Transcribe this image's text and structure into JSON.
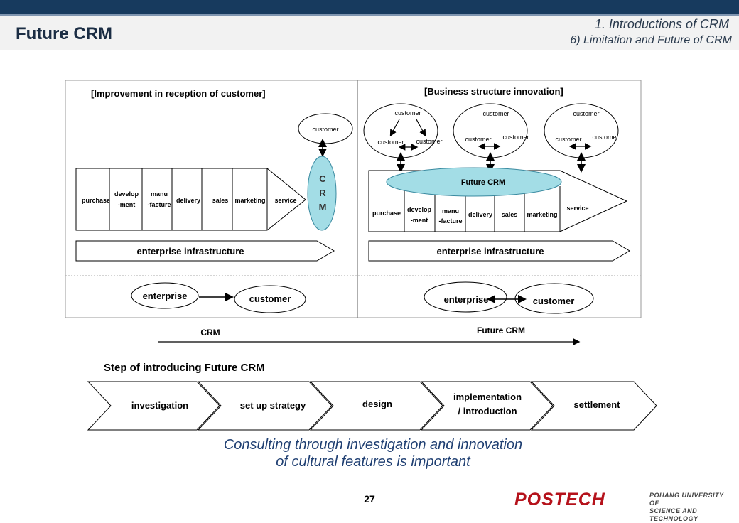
{
  "header": {
    "title": "Future CRM",
    "crumb_line1": "1. Introductions of CRM",
    "crumb_line2": "6) Limitation and Future of CRM"
  },
  "left_panel": {
    "heading": "[Improvement in reception of customer]",
    "customer": "customer",
    "crm_letters": [
      "C",
      "R",
      "M"
    ],
    "chain": [
      {
        "line1": "purchase",
        "line2": ""
      },
      {
        "line1": "develop",
        "line2": "-ment"
      },
      {
        "line1": "manu",
        "line2": "-facture"
      },
      {
        "line1": "delivery",
        "line2": ""
      },
      {
        "line1": "sales",
        "line2": ""
      },
      {
        "line1": "marketing",
        "line2": ""
      },
      {
        "line1": "service",
        "line2": ""
      }
    ],
    "infrastructure": "enterprise infrastructure",
    "enterprise": "enterprise",
    "customer_bottom": "customer"
  },
  "right_panel": {
    "heading": "[Business structure innovation]",
    "customer_groups": [
      {
        "top": "customer",
        "left": "customer",
        "right": "customer"
      },
      {
        "top": "customer",
        "left": "customer",
        "right": "customer"
      },
      {
        "top": "customer",
        "left": "customer",
        "right": "customer"
      }
    ],
    "future_crm": "Future CRM",
    "chain": [
      {
        "line1": "purchase",
        "line2": ""
      },
      {
        "line1": "develop",
        "line2": "-ment"
      },
      {
        "line1": "manu",
        "line2": "-facture"
      },
      {
        "line1": "delivery",
        "line2": ""
      },
      {
        "line1": "sales",
        "line2": ""
      },
      {
        "line1": "marketing",
        "line2": ""
      },
      {
        "line1": "service",
        "line2": ""
      }
    ],
    "infrastructure": "enterprise infrastructure",
    "enterprise": "enterprise",
    "customer_bottom": "customer"
  },
  "timeline": {
    "left_label": "CRM",
    "right_label": "Future CRM"
  },
  "steps": {
    "title": "Step of introducing Future CRM",
    "items": [
      {
        "line1": "investigation",
        "line2": ""
      },
      {
        "line1": "set up strategy",
        "line2": ""
      },
      {
        "line1": "design",
        "line2": ""
      },
      {
        "line1": "implementation",
        "line2": "/ introduction"
      },
      {
        "line1": "settlement",
        "line2": ""
      }
    ]
  },
  "caption": {
    "line1": "Consulting through investigation and innovation",
    "line2": "of cultural features is important"
  },
  "page_number": "27",
  "logo": {
    "main": "POSTECH",
    "sub_line1": "POHANG UNIVERSITY OF",
    "sub_line2": "SCIENCE AND TECHNOLOGY"
  }
}
